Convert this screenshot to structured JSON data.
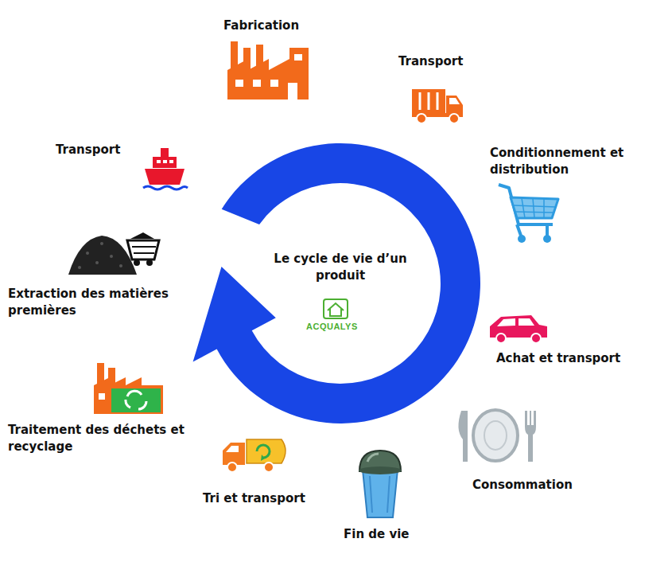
{
  "diagram": {
    "title": "Le cycle de vie d’un produit",
    "labels": [
      "Fabrication",
      "Transport",
      "Conditionnement et distribution",
      "Achat et transport",
      "Consommation",
      "Fin de vie",
      "Tri et transport",
      "Traitement des déchets et recyclage",
      "Extraction des matières premières",
      "Transport",
      "ACQUALYS"
    ]
  }
}
